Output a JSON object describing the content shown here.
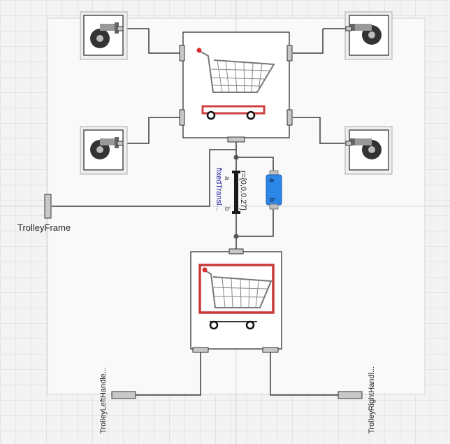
{
  "diagram": {
    "labels": {
      "trolley_frame": "TrolleyFrame",
      "left_handle": "TrolleyLeftHandle...",
      "right_handle": "TrolleyRightHandl...",
      "fixed_translation_name": "fixedTransl...",
      "fixed_translation_params": "r={0,0,0.27}",
      "port_a": "a",
      "port_b": "b"
    },
    "icons": {
      "wheel": "caster-wheel-icon",
      "trolley": "shopping-cart-icon",
      "body": "cylinder-body-icon"
    },
    "colors": {
      "wire": "#3a3a3a",
      "connector_fill": "#c8c8c8",
      "cart_accent": "#d04040",
      "body_fill": "#2d87e8",
      "param_text": "#1b1b9a"
    }
  }
}
